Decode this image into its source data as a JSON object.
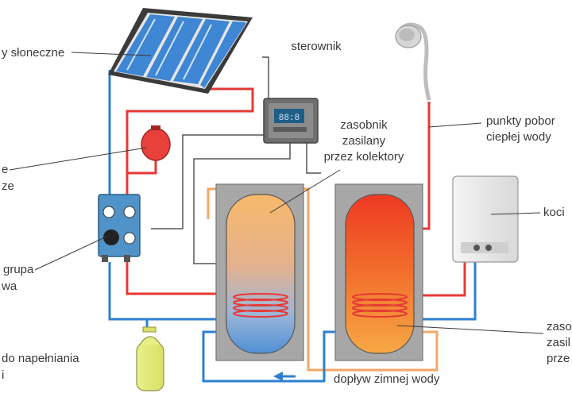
{
  "colors": {
    "hot_pipe": "#e53935",
    "cold_pipe": "#2f7fd1",
    "supply_pipe": "#f2a766",
    "control_wire": "#555555"
  },
  "labels": {
    "collectors": "y słoneczne",
    "controller": "sterownik",
    "expansion_line1": "e",
    "expansion_line2": "ze",
    "pump_group_line1": "grupa",
    "pump_group_line2": "wa",
    "tank_solar_line1": "zasobnik",
    "tank_solar_line2": "zasilany",
    "tank_solar_line3": "przez kolektory",
    "draw_points_line1": "punkty pobor",
    "draw_points_line2": "ciepłej wody",
    "boiler": "koci",
    "tank_boiler_line1": "zasoł",
    "tank_boiler_line2": "zasil",
    "tank_boiler_line3": "prze",
    "fill_line1": "do napełniania",
    "fill_line2": "i",
    "cold_inlet": "dopływ zimnej wody"
  }
}
